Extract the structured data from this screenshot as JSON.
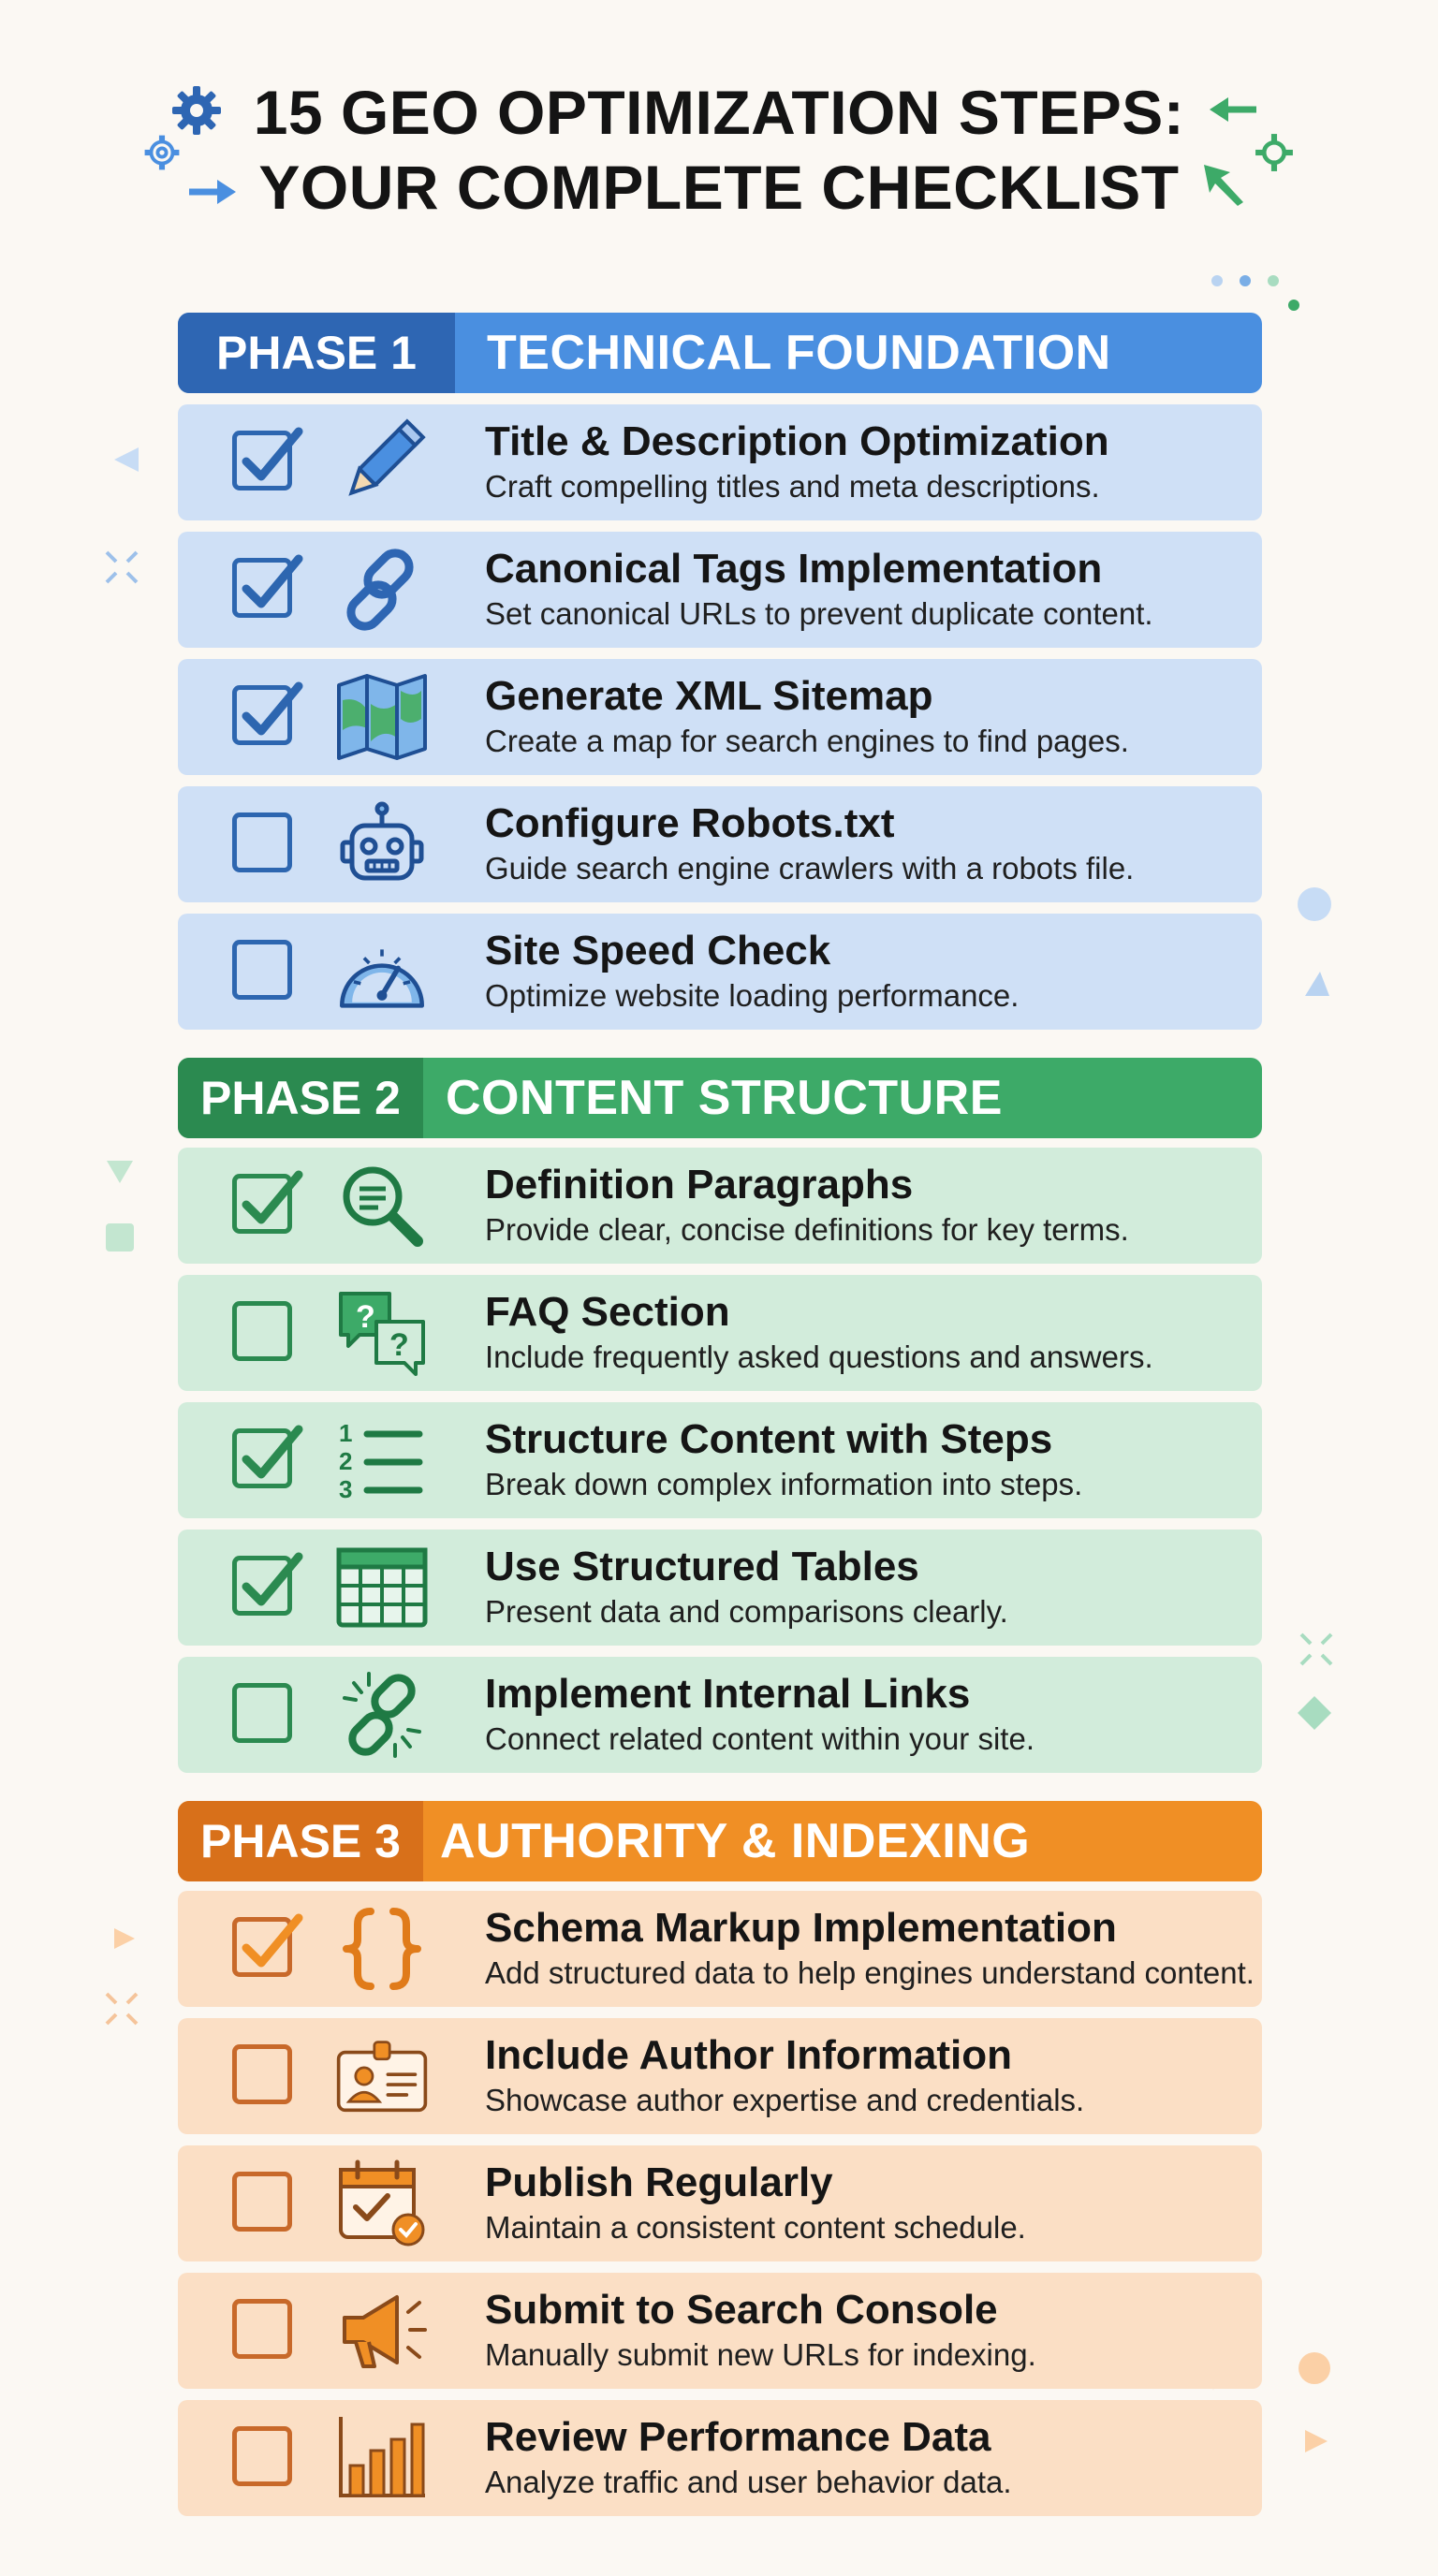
{
  "title": {
    "line1": "15 GEO OPTIMIZATION STEPS:",
    "line2": "YOUR COMPLETE CHECKLIST"
  },
  "colors": {
    "phase1": "#4a8fe0",
    "phase2": "#3daa68",
    "phase3": "#f08f25",
    "check_blue": "#2d66b0",
    "check_green": "#2b8a50",
    "check_orange": "#f08f25"
  },
  "phases": [
    {
      "label": "PHASE 1",
      "title": "TECHNICAL FOUNDATION",
      "items": [
        {
          "title": "Title & Description Optimization",
          "desc": "Craft compelling titles and meta descriptions.",
          "checked": true,
          "icon": "pencil-icon"
        },
        {
          "title": "Canonical Tags Implementation",
          "desc": "Set canonical URLs to prevent duplicate content.",
          "checked": true,
          "icon": "link-icon"
        },
        {
          "title": "Generate XML Sitemap",
          "desc": "Create a map for search engines to find pages.",
          "checked": true,
          "icon": "map-icon"
        },
        {
          "title": "Configure Robots.txt",
          "desc": "Guide search engine crawlers with a robots file.",
          "checked": false,
          "icon": "robot-icon"
        },
        {
          "title": "Site Speed Check",
          "desc": "Optimize website loading performance.",
          "checked": false,
          "icon": "speedometer-icon"
        }
      ]
    },
    {
      "label": "PHASE 2",
      "title": "CONTENT STRUCTURE",
      "items": [
        {
          "title": "Definition Paragraphs",
          "desc": "Provide clear, concise definitions for key terms.",
          "checked": true,
          "icon": "magnifier-icon"
        },
        {
          "title": "FAQ Section",
          "desc": "Include frequently asked questions and answers.",
          "checked": false,
          "icon": "faq-bubbles-icon"
        },
        {
          "title": "Structure Content with Steps",
          "desc": "Break down complex information into steps.",
          "checked": true,
          "icon": "numbered-list-icon"
        },
        {
          "title": "Use Structured Tables",
          "desc": "Present data and comparisons clearly.",
          "checked": true,
          "icon": "table-icon"
        },
        {
          "title": "Implement Internal Links",
          "desc": "Connect related content within your site.",
          "checked": false,
          "icon": "broken-link-icon"
        }
      ]
    },
    {
      "label": "PHASE 3",
      "title": "AUTHORITY & INDEXING",
      "items": [
        {
          "title": "Schema Markup Implementation",
          "desc": "Add structured data to help engines understand content.",
          "checked": true,
          "icon": "curly-braces-icon"
        },
        {
          "title": "Include Author Information",
          "desc": "Showcase author expertise and credentials.",
          "checked": false,
          "icon": "id-badge-icon"
        },
        {
          "title": "Publish Regularly",
          "desc": "Maintain a consistent content schedule.",
          "checked": false,
          "icon": "calendar-check-icon"
        },
        {
          "title": "Submit to Search Console",
          "desc": "Manually submit new URLs for indexing.",
          "checked": false,
          "icon": "megaphone-icon"
        },
        {
          "title": "Review Performance Data",
          "desc": "Analyze traffic and user behavior data.",
          "checked": false,
          "icon": "bar-chart-icon"
        }
      ]
    }
  ]
}
